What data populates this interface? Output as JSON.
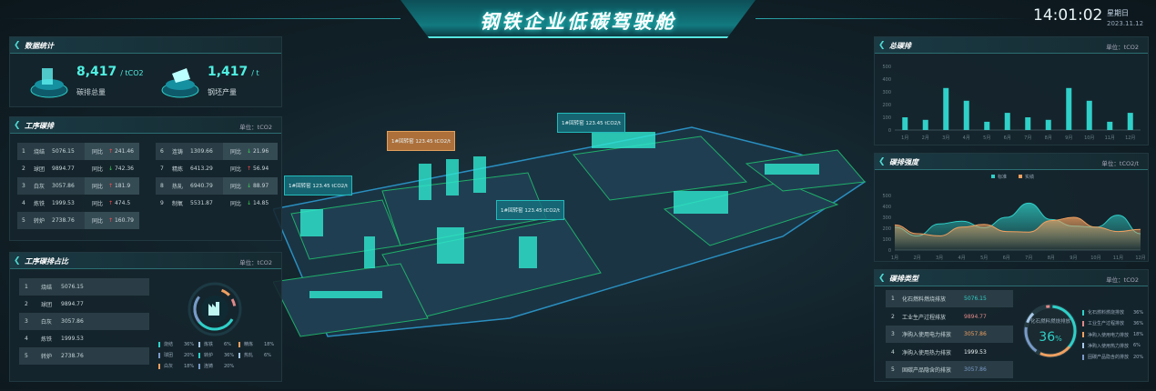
{
  "header": {
    "title": "钢铁企业低碳驾驶舱",
    "time": "14:01:02",
    "weekday": "星期日",
    "date": "2023.11.12"
  },
  "stats": {
    "title": "数据统计",
    "carbon_value": "8,417",
    "carbon_unit": "/ tCO2",
    "carbon_label": "碳排总量",
    "steel_value": "1,417",
    "steel_unit": "/ t",
    "steel_label": "钢坯产量"
  },
  "process": {
    "title": "工序碳排",
    "unit": "单位：tCO2",
    "compare_label": "同比",
    "rows": [
      {
        "no": "1",
        "name": "烧结",
        "value": "5076.15",
        "dir": "up",
        "delta": "241.46"
      },
      {
        "no": "2",
        "name": "球团",
        "value": "9894.77",
        "dir": "down",
        "delta": "742.36"
      },
      {
        "no": "3",
        "name": "白灰",
        "value": "3057.86",
        "dir": "up",
        "delta": "181.9"
      },
      {
        "no": "4",
        "name": "炼铁",
        "value": "1999.53",
        "dir": "up",
        "delta": "474.5"
      },
      {
        "no": "5",
        "name": "转炉",
        "value": "2738.76",
        "dir": "up",
        "delta": "160.79"
      },
      {
        "no": "6",
        "name": "连铸",
        "value": "1309.66",
        "dir": "down",
        "delta": "21.96"
      },
      {
        "no": "7",
        "name": "精炼",
        "value": "6413.29",
        "dir": "up",
        "delta": "56.94"
      },
      {
        "no": "8",
        "name": "热轧",
        "value": "6940.79",
        "dir": "down",
        "delta": "88.97"
      },
      {
        "no": "9",
        "name": "制氧",
        "value": "5531.87",
        "dir": "down",
        "delta": "14.85"
      }
    ]
  },
  "share": {
    "title": "工序碳排占比",
    "unit": "单位：tCO2",
    "rows": [
      {
        "no": "1",
        "name": "烧结",
        "value": "5076.15"
      },
      {
        "no": "2",
        "name": "球团",
        "value": "9894.77"
      },
      {
        "no": "3",
        "name": "白灰",
        "value": "3057.86"
      },
      {
        "no": "4",
        "name": "炼铁",
        "value": "1999.53"
      },
      {
        "no": "5",
        "name": "转炉",
        "value": "2738.76"
      }
    ],
    "legend": [
      {
        "name": "烧结",
        "pct": "36%",
        "color": "#2fd0c8"
      },
      {
        "name": "炼铁",
        "pct": "6%",
        "color": "#a8c8e8"
      },
      {
        "name": "精炼",
        "pct": "18%",
        "color": "#f0a060"
      },
      {
        "name": "球团",
        "pct": "20%",
        "color": "#7a9ac8"
      },
      {
        "name": "转炉",
        "pct": "36%",
        "color": "#2fd0c8"
      },
      {
        "name": "热轧",
        "pct": "6%",
        "color": "#a8c8e8"
      },
      {
        "name": "白灰",
        "pct": "18%",
        "color": "#f0a060"
      },
      {
        "name": "连铸",
        "pct": "20%",
        "color": "#7a9ac8"
      }
    ]
  },
  "map_tags": [
    {
      "text": "1#回转窑 123.45 tCO2/t"
    },
    {
      "text": "1#回转窑 123.45 tCO2/t"
    },
    {
      "text": "1#回转窑 123.45 tCO2/t"
    },
    {
      "text": "1#回转窑 123.45 tCO2/t"
    }
  ],
  "total": {
    "title": "总碳排",
    "unit": "单位：tCO2"
  },
  "intensity": {
    "title": "碳排强度",
    "unit": "单位：tCO2/t"
  },
  "types": {
    "title": "碳排类型",
    "unit": "单位：tCO2",
    "center_label": "化石燃料燃烧排放",
    "center_value": "36",
    "center_pct": "%",
    "rows": [
      {
        "no": "1",
        "name": "化石燃料燃烧排放",
        "value": "5076.15",
        "color": "#2fd0c8"
      },
      {
        "no": "2",
        "name": "工业生产过程排放",
        "value": "9894.77",
        "color": "#e08a8a"
      },
      {
        "no": "3",
        "name": "净购入使用电力排放",
        "value": "3057.86",
        "color": "#f0a060"
      },
      {
        "no": "4",
        "name": "净购入使用热力排放",
        "value": "1999.53",
        "color": "#e8eef0"
      },
      {
        "no": "5",
        "name": "固碳产品隐含的排放",
        "value": "3057.86",
        "color": "#7a9ac8"
      }
    ],
    "legend": [
      {
        "name": "化石燃料燃烧排放",
        "pct": "36%",
        "color": "#2fd0c8"
      },
      {
        "name": "工业生产过程排放",
        "pct": "36%",
        "color": "#e08a8a"
      },
      {
        "name": "净购入使用电力排放",
        "pct": "18%",
        "color": "#f0a060"
      },
      {
        "name": "净购入使用热力排放",
        "pct": "6%",
        "color": "#a8c8e8"
      },
      {
        "name": "固碳产品隐含的排放",
        "pct": "20%",
        "color": "#7a9ac8"
      }
    ]
  },
  "chart_data": [
    {
      "type": "bar",
      "title": "总碳排",
      "categories": [
        "1月",
        "2月",
        "3月",
        "4月",
        "5月",
        "6月",
        "7月",
        "8月",
        "9月",
        "10月",
        "11月",
        "12月"
      ],
      "values": [
        100,
        80,
        330,
        230,
        65,
        135,
        100,
        80,
        330,
        230,
        65,
        135
      ],
      "ylim": [
        0,
        500
      ],
      "yticks": [
        "0",
        "100",
        "200",
        "300",
        "400",
        "500"
      ],
      "color": "#2fd0c8"
    },
    {
      "type": "area",
      "title": "碳排强度",
      "categories": [
        "1月",
        "2月",
        "3月",
        "4月",
        "5月",
        "6月",
        "7月",
        "8月",
        "9月",
        "10月",
        "11月",
        "12月"
      ],
      "ylim": [
        0,
        500
      ],
      "yticks": [
        "0",
        "100",
        "200",
        "300",
        "400",
        "500"
      ],
      "series": [
        {
          "name": "标准",
          "color": "#2fd0c8",
          "values": [
            210,
            130,
            240,
            265,
            205,
            300,
            430,
            280,
            220,
            210,
            320,
            150
          ]
        },
        {
          "name": "实绩",
          "color": "#f0a060",
          "values": [
            230,
            150,
            130,
            210,
            235,
            170,
            165,
            270,
            300,
            210,
            170,
            190
          ]
        }
      ]
    }
  ]
}
